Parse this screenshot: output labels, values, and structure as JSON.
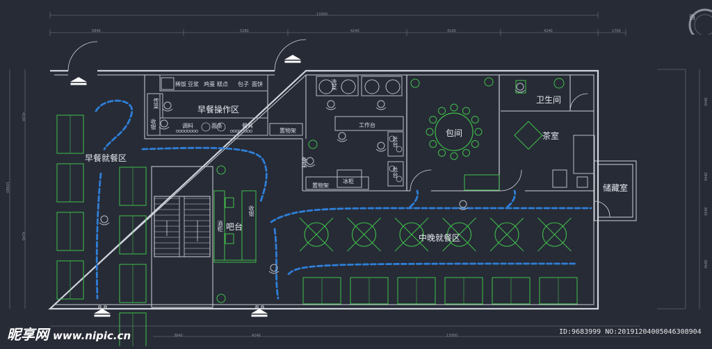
{
  "colors": {
    "background": "#272b36",
    "wall": "#cfd3da",
    "furniture": "#3fc04a",
    "fixture": "#b8bec8",
    "route": "#2e7fd8",
    "text": "#e6e9ee",
    "dimension": "#5f6672"
  },
  "rooms": {
    "breakfast_kitchen": "早餐操作区",
    "breakfast_dining": "早餐就餐区",
    "bar": "吧台",
    "private_room": "包间",
    "restroom": "卫生间",
    "tea_room": "茶室",
    "storage": "储藏室",
    "dining_main": "中晚就餐区"
  },
  "labels": {
    "porridge": "稀饭",
    "soy_milk": "豆浆",
    "egg": "鸡蛋",
    "pastry": "糕点",
    "bun": "包子",
    "pancake": "面饼",
    "delivery": "传菜",
    "cashier_left": "收银",
    "seasoning": "调料",
    "noodle": "面条",
    "tableware": "餐具",
    "shelf1": "置物架",
    "shelf2": "置物架",
    "workbench": "工作台",
    "fridge": "冰柜",
    "wine": "酒柜",
    "cashier_bar": "收银",
    "stove1": "灶台",
    "stove2": "灶台",
    "sink": "洗菜",
    "prep": "备菜"
  },
  "dimensions": {
    "top_total": "13300",
    "top": [
      "5840",
      "5280",
      "4240",
      "4100",
      "4240",
      "1700"
    ],
    "bottom": [
      "3840",
      "4240",
      "13300"
    ],
    "left": [
      "4100",
      "10960",
      "4240"
    ],
    "right": [
      "3840",
      "3840",
      "3840",
      "3840"
    ]
  },
  "compass": {
    "label": "西"
  },
  "watermark": {
    "brand": "昵享网",
    "site": "www.nipic.cn",
    "id": "ID:9683999 NO:20191204005046308904"
  }
}
